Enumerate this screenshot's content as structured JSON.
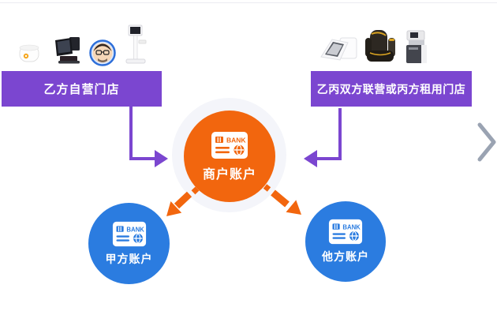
{
  "colors": {
    "purple": "#7b46d0",
    "orange": "#f2660e",
    "blue": "#2b7ce0",
    "halo": "#f4f5fa",
    "chevron_gray": "#9aa3b2",
    "card_white": "#ffffff"
  },
  "top_left_group": {
    "banner_label": "乙方自营门店",
    "products": [
      "smart-speaker",
      "pos-terminal",
      "person-avatar",
      "kiosk-stand"
    ]
  },
  "top_right_group": {
    "banner_label": "乙丙双方联营或丙方租用门店",
    "products": [
      "foot-massager",
      "massage-chair",
      "vending-kiosk"
    ]
  },
  "nodes": {
    "merchant": {
      "label": "商户账户"
    },
    "party_a": {
      "label": "甲方账户"
    },
    "other_party": {
      "label": "他方账户"
    }
  },
  "bank_card": {
    "label": "BANK"
  },
  "carousel": {
    "next_icon": "chevron-right"
  }
}
